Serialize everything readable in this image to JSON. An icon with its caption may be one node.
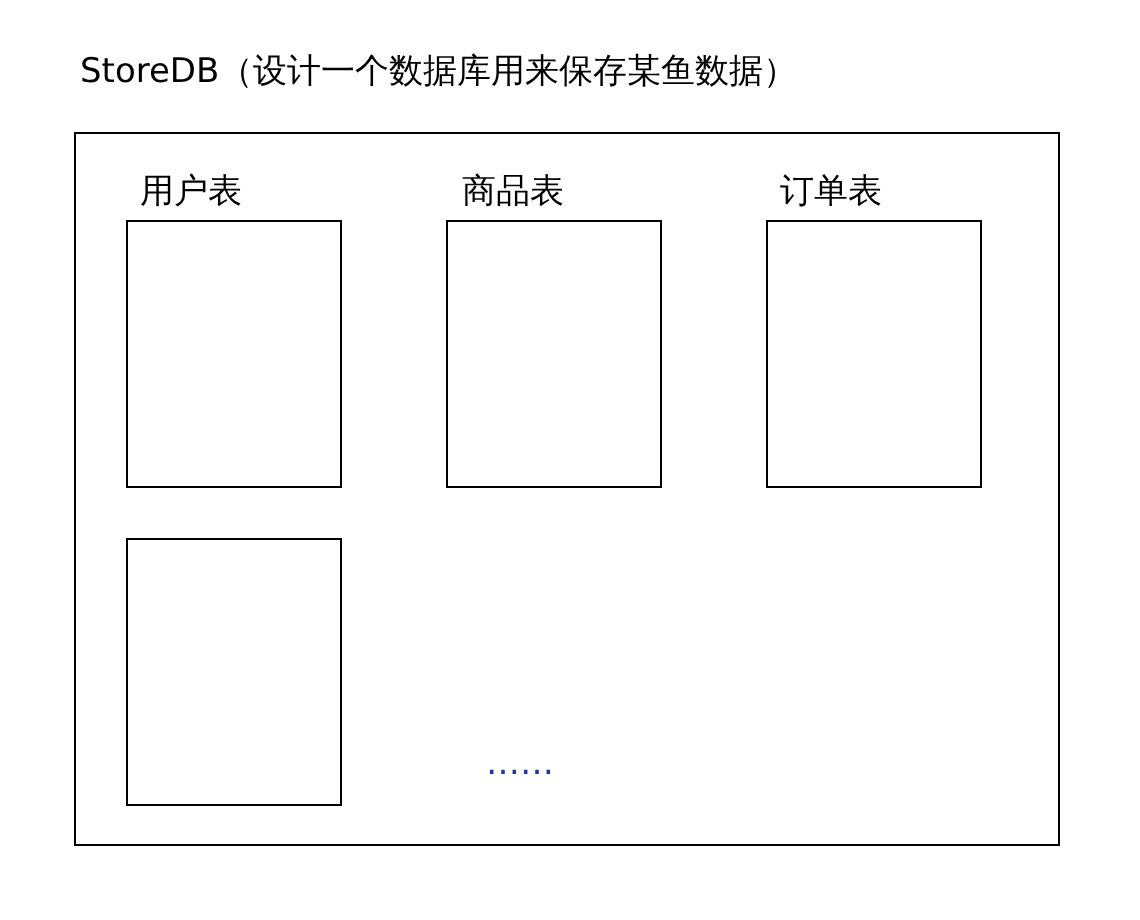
{
  "diagram": {
    "title": "StoreDB（设计一个数据库用来保存某鱼数据）",
    "nodes": [
      {
        "text": [],
        "shape": "box"
      },
      {
        "text": [
          "用户表"
        ],
        "in": 0
      },
      {
        "text": [
          "商品表"
        ],
        "in": 0
      },
      {
        "text": [
          "订单表"
        ],
        "in": 0
      },
      {
        "text": [],
        "shape": "box",
        "in": 0
      }
    ],
    "labels": [
      "……"
    ]
  }
}
